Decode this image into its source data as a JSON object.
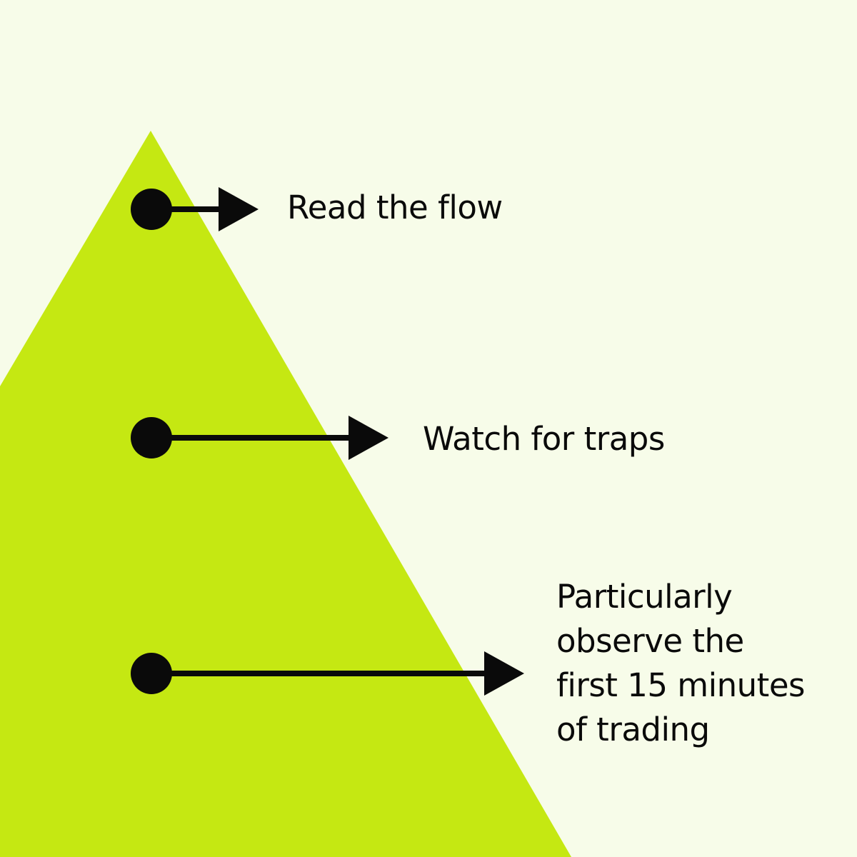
{
  "colors": {
    "background": "#F7FCE9",
    "pyramid": "#C5E812",
    "ink": "#0A0A0A"
  },
  "steps": [
    {
      "label": "Read the flow"
    },
    {
      "label": "Watch for traps"
    },
    {
      "label_lines": [
        "Particularly",
        "observe the",
        "first 15 minutes",
        "of trading"
      ]
    }
  ]
}
